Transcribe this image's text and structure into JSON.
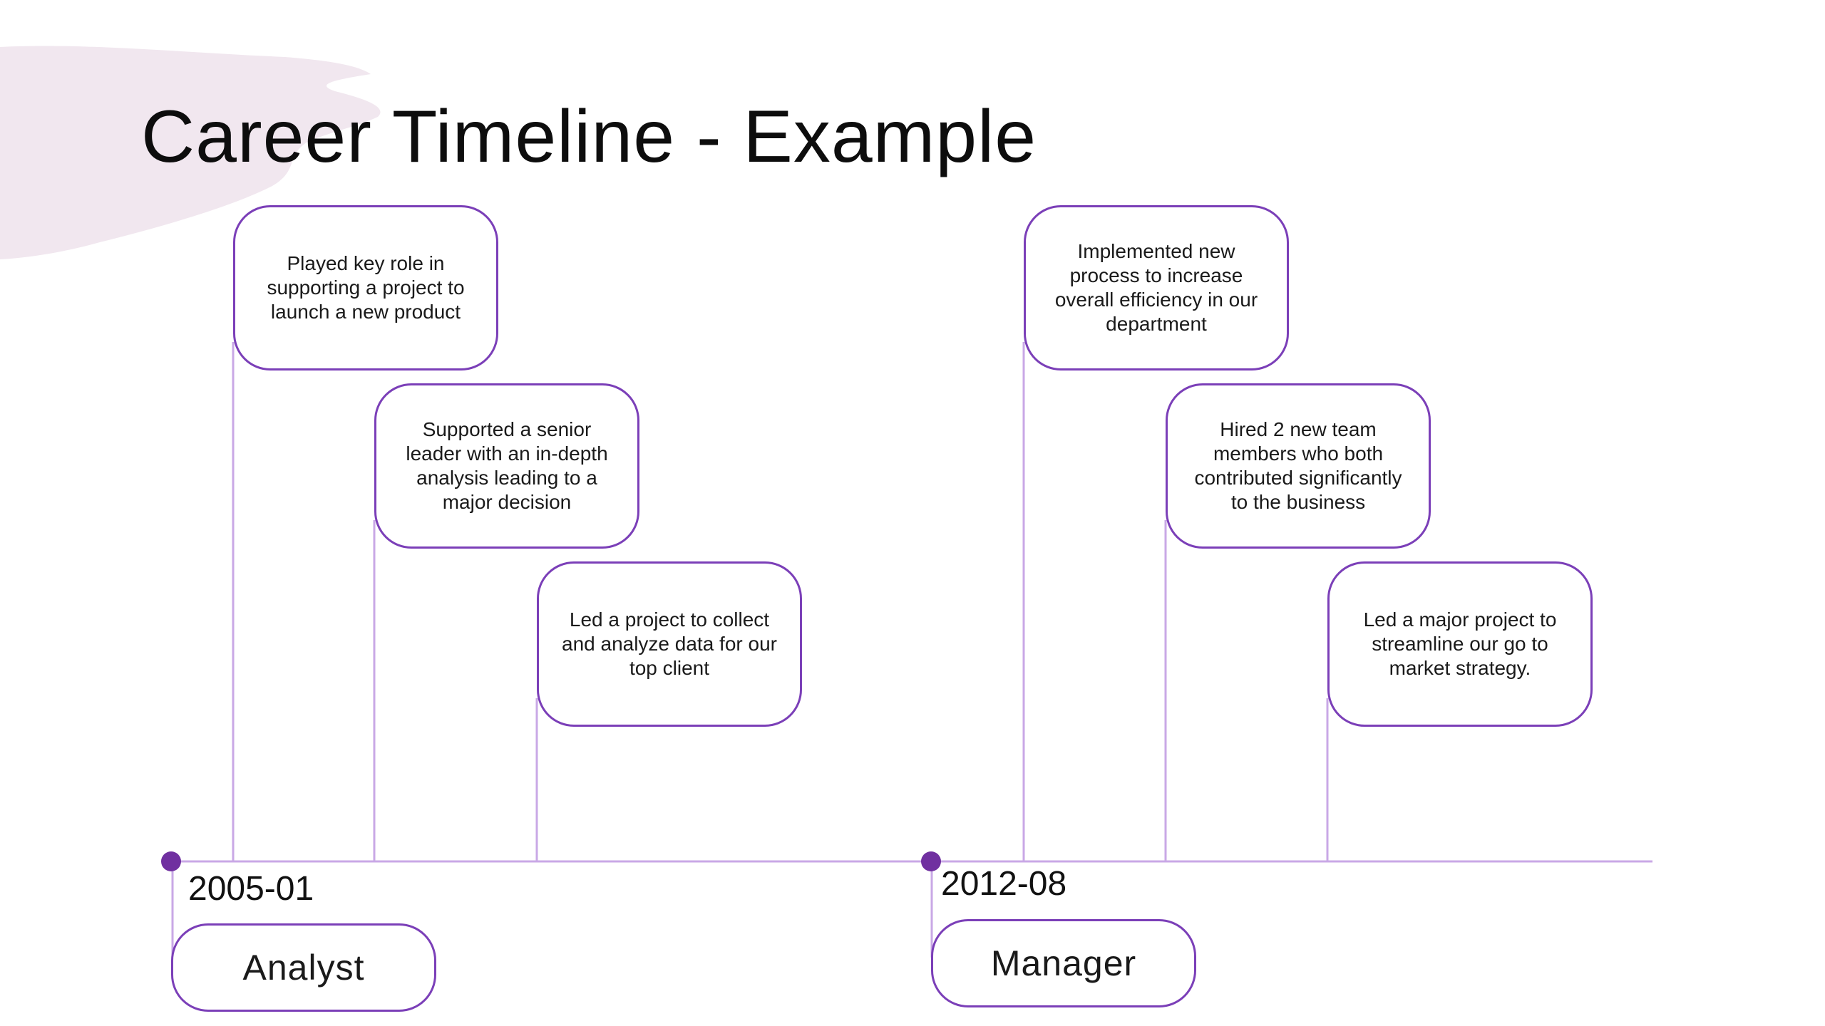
{
  "title": "Career Timeline - Example",
  "colors": {
    "accent": "#7030a0",
    "box_border": "#7b3fb8",
    "connector": "#c9a8e6",
    "brush": "#f1e7ef"
  },
  "milestones": [
    {
      "date": "2005-01",
      "role": "Analyst",
      "accomplishments": [
        "Played key role in supporting a project to launch a new product",
        "Supported a senior leader with an in-depth analysis leading to a major decision",
        "Led a project to collect and analyze data for our top client"
      ]
    },
    {
      "date": "2012-08",
      "role": "Manager",
      "accomplishments": [
        "Implemented new process to increase overall efficiency in our department",
        "Hired 2 new team members who both contributed significantly to the business",
        "Led a major project to streamline our go to market strategy."
      ]
    }
  ]
}
